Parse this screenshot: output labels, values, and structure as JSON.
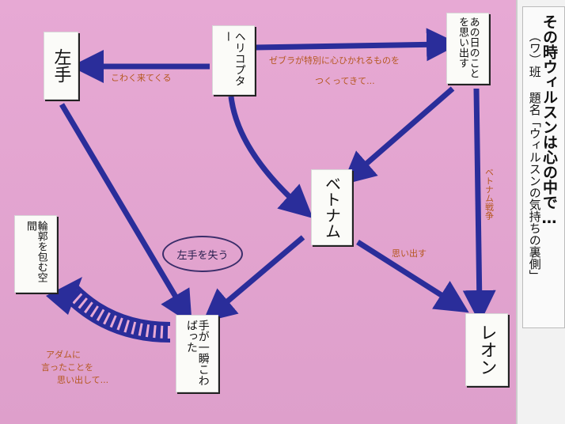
{
  "nodes": {
    "left_hand": "左手",
    "helicopter": "ヘリコプター",
    "memory": "あの日のことを思い出す",
    "vietnam": "ベトナム",
    "leon": "レオン",
    "embrace": "輪郭を包む空間",
    "hand_stiff": "手が一瞬こわばった"
  },
  "notes": {
    "come_down": "こわく来てくる",
    "zebra": "ゼブラが特別に心ひかれるものを",
    "zebra2": "つくってきて...",
    "war": "ベトナム戦争",
    "remember": "思い出す",
    "adam1": "アダムに",
    "adam2": "言ったことを",
    "adam3": "思い出して..."
  },
  "circle_label": "左手を失う",
  "title": {
    "heading": "その時ウィルスンは心の中で…",
    "subtitle": "（ワ）班 題名「ウィルスンの気持ちの裏側」"
  },
  "colors": {
    "poster": "#e3a3cf",
    "arrow": "#2a2d9a",
    "note": "#b5571e"
  }
}
